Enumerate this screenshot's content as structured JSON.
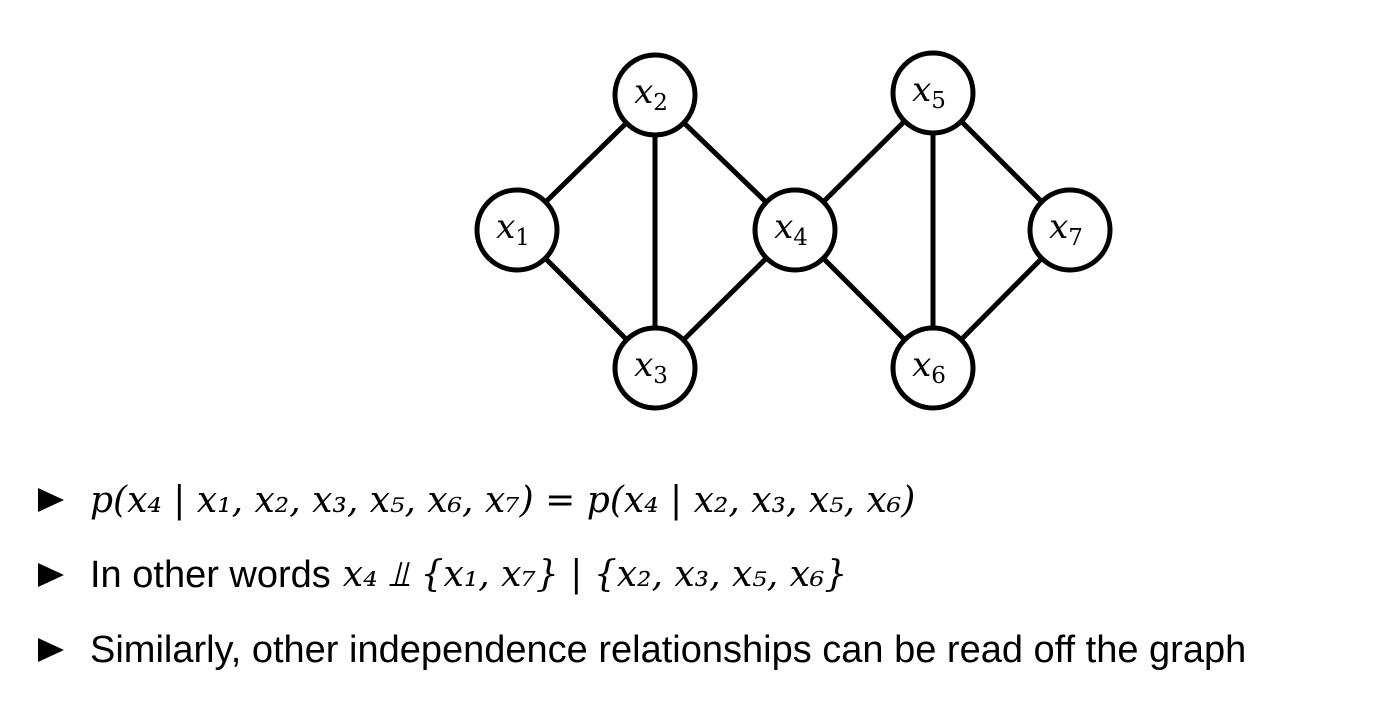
{
  "graph": {
    "nodes": [
      {
        "id": "x1",
        "var": "x",
        "sub": "1"
      },
      {
        "id": "x2",
        "var": "x",
        "sub": "2"
      },
      {
        "id": "x3",
        "var": "x",
        "sub": "3"
      },
      {
        "id": "x4",
        "var": "x",
        "sub": "4"
      },
      {
        "id": "x5",
        "var": "x",
        "sub": "5"
      },
      {
        "id": "x6",
        "var": "x",
        "sub": "6"
      },
      {
        "id": "x7",
        "var": "x",
        "sub": "7"
      }
    ],
    "edges": [
      [
        "x1",
        "x2"
      ],
      [
        "x1",
        "x3"
      ],
      [
        "x2",
        "x3"
      ],
      [
        "x2",
        "x4"
      ],
      [
        "x3",
        "x4"
      ],
      [
        "x4",
        "x5"
      ],
      [
        "x4",
        "x6"
      ],
      [
        "x5",
        "x6"
      ],
      [
        "x5",
        "x7"
      ],
      [
        "x6",
        "x7"
      ]
    ]
  },
  "bullets": [
    {
      "text": "",
      "math": "p(x₄ | x₁, x₂, x₃, x₅, x₆, x₇) = p(x₄ | x₂, x₃, x₅, x₆)"
    },
    {
      "text": "In other words",
      "math": "x₄ ⫫ {x₁, x₇} | {x₂, x₃, x₅, x₆}"
    },
    {
      "text": "Similarly, other independence relationships can be read off the graph",
      "math": ""
    }
  ]
}
